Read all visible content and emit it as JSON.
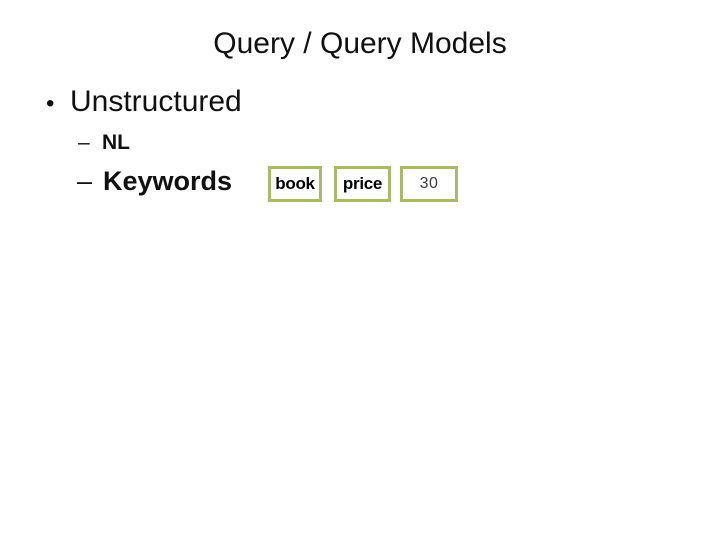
{
  "slide": {
    "title": "Query / Query Models",
    "bullets": {
      "level1": {
        "marker": "•",
        "label": "Unstructured"
      },
      "level2": [
        {
          "marker": "–",
          "label": "NL"
        },
        {
          "marker": "–",
          "label": "Keywords"
        }
      ]
    },
    "keyword_boxes": [
      {
        "label": "book"
      },
      {
        "label": "price"
      },
      {
        "label": "30"
      }
    ],
    "colors": {
      "background": "#ffffff",
      "text": "#111111",
      "box_border": "#a9ba68",
      "box_value_text": "#3d3d3d"
    }
  }
}
